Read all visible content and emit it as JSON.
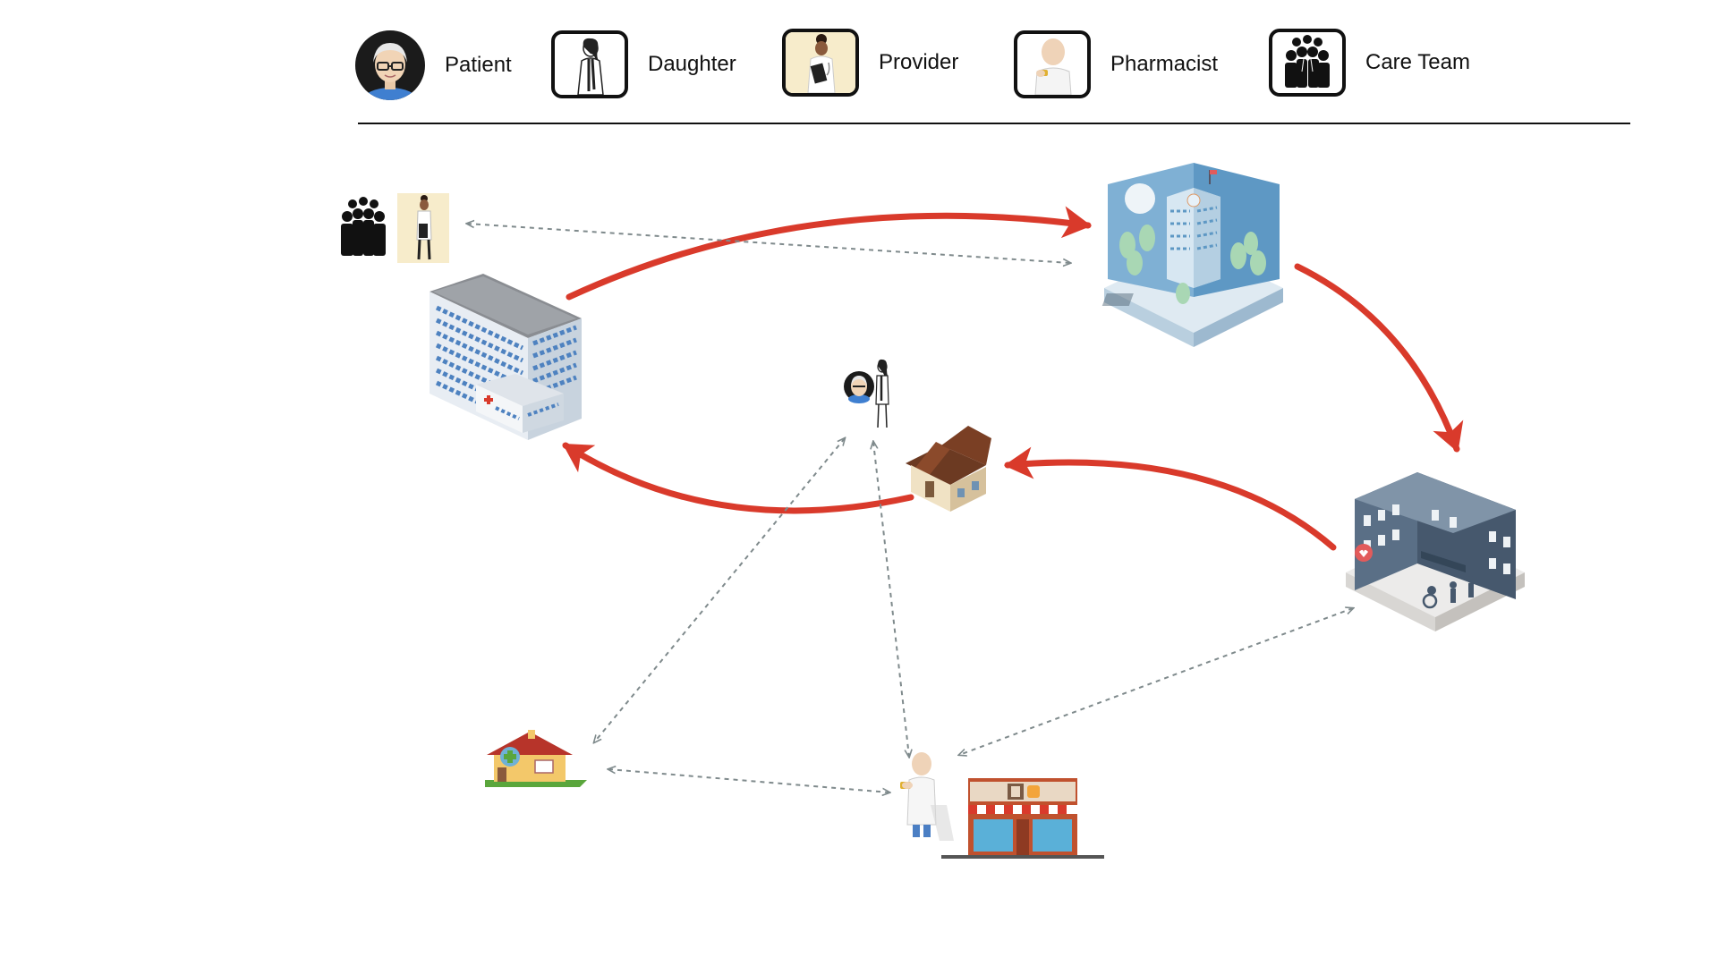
{
  "legend": {
    "items": [
      {
        "key": "patient",
        "label": "Patient",
        "icon": "patient-avatar-icon"
      },
      {
        "key": "daughter",
        "label": "Daughter",
        "icon": "daughter-avatar-icon"
      },
      {
        "key": "provider",
        "label": "Provider",
        "icon": "provider-avatar-icon"
      },
      {
        "key": "pharmacist",
        "label": "Pharmacist",
        "icon": "pharmacist-avatar-icon"
      },
      {
        "key": "care_team",
        "label": "Care Team",
        "icon": "care-team-icon"
      }
    ]
  },
  "colors": {
    "flow_arrow": "#d93a2b",
    "dotted_link": "#7f8a8c",
    "rule": "#111111",
    "hospital_blue": "#6a9ecb",
    "clinic_blue": "#a8d0e6",
    "nursing_home": "#5a6f86",
    "pharmacy_red": "#c0512e"
  },
  "nodes": [
    {
      "id": "office-building",
      "icon": "office-building-icon"
    },
    {
      "id": "hospital",
      "icon": "hospital-icon"
    },
    {
      "id": "nursing-home",
      "icon": "nursing-home-icon"
    },
    {
      "id": "home",
      "icon": "house-icon"
    },
    {
      "id": "clinic",
      "icon": "small-clinic-icon"
    },
    {
      "id": "pharmacy",
      "icon": "pharmacy-store-icon"
    }
  ],
  "flows": [
    {
      "from": "office-building",
      "to": "hospital",
      "style": "red-arrow"
    },
    {
      "from": "hospital",
      "to": "nursing-home",
      "style": "red-arrow"
    },
    {
      "from": "nursing-home",
      "to": "home",
      "style": "red-arrow"
    },
    {
      "from": "home",
      "to": "office-building",
      "style": "red-arrow"
    },
    {
      "from": "care-team-group",
      "to": "hospital",
      "style": "dotted-double"
    },
    {
      "from": "patient-daughter",
      "to": "clinic",
      "style": "dotted-double"
    },
    {
      "from": "patient-daughter",
      "to": "pharmacist",
      "style": "dotted-double"
    },
    {
      "from": "clinic",
      "to": "pharmacist",
      "style": "dotted-double"
    },
    {
      "from": "nursing-home",
      "to": "pharmacist",
      "style": "dotted-double"
    }
  ]
}
